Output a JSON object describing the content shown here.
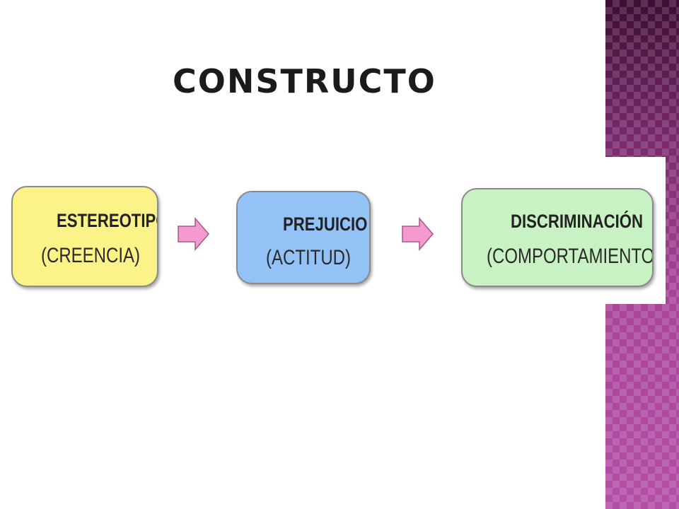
{
  "slide": {
    "title": "CONSTRUCTO"
  },
  "diagram": {
    "nodes": [
      {
        "main": "ESTEREOTIPO",
        "sub": "(CREENCIA)",
        "color": "#fbf387"
      },
      {
        "main": "PREJUICIO",
        "sub": "(ACTITUD)",
        "color": "#93c2f7"
      },
      {
        "main": "DISCRIMINACIÓN",
        "sub": "(COMPORTAMIENTO)",
        "color": "#c8f2c3"
      }
    ],
    "arrow_color": "#f59ad0"
  },
  "theme": {
    "side_band_color": "#b04aa0"
  }
}
